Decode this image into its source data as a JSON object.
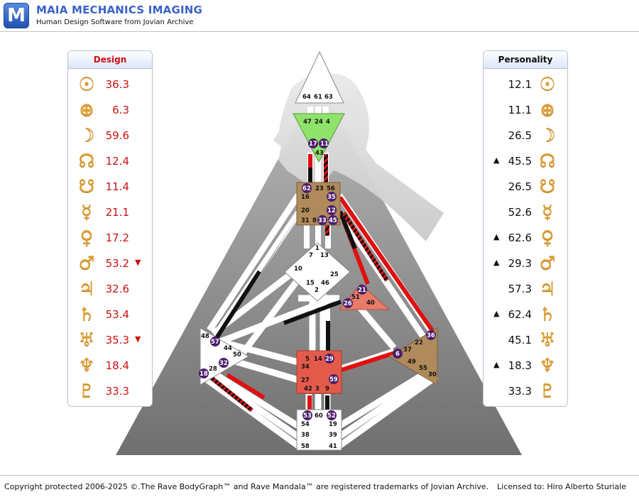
{
  "header": {
    "logo_letter": "M",
    "title": "MAIA MECHANICS IMAGING",
    "subtitle": "Human Design Software from Jovian Archive"
  },
  "design": {
    "title": "Design",
    "color": "#cc1111",
    "rows": [
      {
        "planet": "sun-icon",
        "symbol": "☉",
        "value": "36.3",
        "arrow": ""
      },
      {
        "planet": "earth-icon",
        "symbol": "⊕",
        "value": "6.3",
        "arrow": ""
      },
      {
        "planet": "moon-icon",
        "symbol": "☽",
        "value": "59.6",
        "arrow": ""
      },
      {
        "planet": "north-node-icon",
        "symbol": "☊",
        "value": "12.4",
        "arrow": ""
      },
      {
        "planet": "south-node-icon",
        "symbol": "☋",
        "value": "11.4",
        "arrow": ""
      },
      {
        "planet": "mercury-icon",
        "symbol": "☿",
        "value": "21.1",
        "arrow": ""
      },
      {
        "planet": "venus-icon",
        "symbol": "♀",
        "value": "17.2",
        "arrow": ""
      },
      {
        "planet": "mars-icon",
        "symbol": "♂",
        "value": "53.2",
        "arrow": "▼"
      },
      {
        "planet": "jupiter-icon",
        "symbol": "♃",
        "value": "32.6",
        "arrow": ""
      },
      {
        "planet": "saturn-icon",
        "symbol": "♄",
        "value": "53.4",
        "arrow": ""
      },
      {
        "planet": "uranus-icon",
        "symbol": "♅",
        "value": "35.3",
        "arrow": "▼"
      },
      {
        "planet": "neptune-icon",
        "symbol": "♆",
        "value": "18.4",
        "arrow": ""
      },
      {
        "planet": "pluto-icon",
        "symbol": "♇",
        "value": "33.3",
        "arrow": ""
      }
    ]
  },
  "personality": {
    "title": "Personality",
    "rows": [
      {
        "planet": "sun-icon",
        "symbol": "☉",
        "value": "12.1",
        "arrow": ""
      },
      {
        "planet": "earth-icon",
        "symbol": "⊕",
        "value": "11.1",
        "arrow": ""
      },
      {
        "planet": "moon-icon",
        "symbol": "☽",
        "value": "26.5",
        "arrow": ""
      },
      {
        "planet": "north-node-icon",
        "symbol": "☊",
        "value": "45.5",
        "arrow": "▲"
      },
      {
        "planet": "south-node-icon",
        "symbol": "☋",
        "value": "26.5",
        "arrow": ""
      },
      {
        "planet": "mercury-icon",
        "symbol": "☿",
        "value": "52.6",
        "arrow": ""
      },
      {
        "planet": "venus-icon",
        "symbol": "♀",
        "value": "62.6",
        "arrow": "▲"
      },
      {
        "planet": "mars-icon",
        "symbol": "♂",
        "value": "29.3",
        "arrow": "▲"
      },
      {
        "planet": "jupiter-icon",
        "symbol": "♃",
        "value": "57.3",
        "arrow": ""
      },
      {
        "planet": "saturn-icon",
        "symbol": "♄",
        "value": "62.4",
        "arrow": "▲"
      },
      {
        "planet": "uranus-icon",
        "symbol": "♅",
        "value": "45.1",
        "arrow": ""
      },
      {
        "planet": "neptune-icon",
        "symbol": "♆",
        "value": "18.3",
        "arrow": "▲"
      },
      {
        "planet": "pluto-icon",
        "symbol": "♇",
        "value": "33.3",
        "arrow": ""
      }
    ]
  },
  "bodygraph": {
    "colors": {
      "design": "#e01010",
      "personality": "#111111",
      "head": "#ffffff",
      "ajna": "#8fe36a",
      "throat": "#b08a5a",
      "g": "#ffffff",
      "ego": "#e87a6a",
      "spleen": "#ffffff",
      "sacral": "#e45a4a",
      "solar": "#b08a5a",
      "root": "#ffffff",
      "circle": "#4b1e6b"
    },
    "head_gates": [
      "64",
      "61",
      "63"
    ],
    "ajna_gates": [
      "47",
      "24",
      "4",
      "17",
      "11",
      "43"
    ],
    "throat_gates": [
      "62",
      "23",
      "56",
      "16",
      "35",
      "20",
      "12",
      "31",
      "8",
      "33",
      "45"
    ],
    "g_gates": [
      "1",
      "7",
      "13",
      "10",
      "25",
      "15",
      "46",
      "2"
    ],
    "ego_gates": [
      "21",
      "51",
      "26",
      "40"
    ],
    "spleen_gates": [
      "48",
      "57",
      "44",
      "50",
      "32",
      "28",
      "18"
    ],
    "sacral_gates": [
      "5",
      "14",
      "29",
      "34",
      "59",
      "27",
      "42",
      "3",
      "9"
    ],
    "solar_gates": [
      "36",
      "22",
      "37",
      "6",
      "49",
      "55",
      "30"
    ],
    "root_gates": [
      "53",
      "60",
      "52",
      "54",
      "19",
      "38",
      "39",
      "58",
      "41"
    ]
  },
  "footer": {
    "copyright": "Copyright protected 2006-2025 ©.The Rave BodyGraph™ and Rave Mandala™ are registered trademarks of Jovian Archive.",
    "license": "Licensed to: Hiro Alberto Sturiale"
  }
}
